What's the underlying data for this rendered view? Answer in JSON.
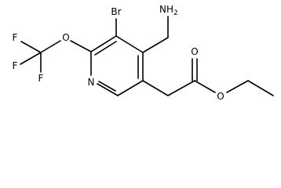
{
  "molecule": {
    "atoms": {
      "br": "Br",
      "nh2": "NH",
      "nh2_sub": "2",
      "o_ether": "O",
      "f1": "F",
      "f2": "F",
      "f3": "F",
      "n_ring": "N",
      "o_carbonyl": "O",
      "o_ester": "O"
    }
  }
}
